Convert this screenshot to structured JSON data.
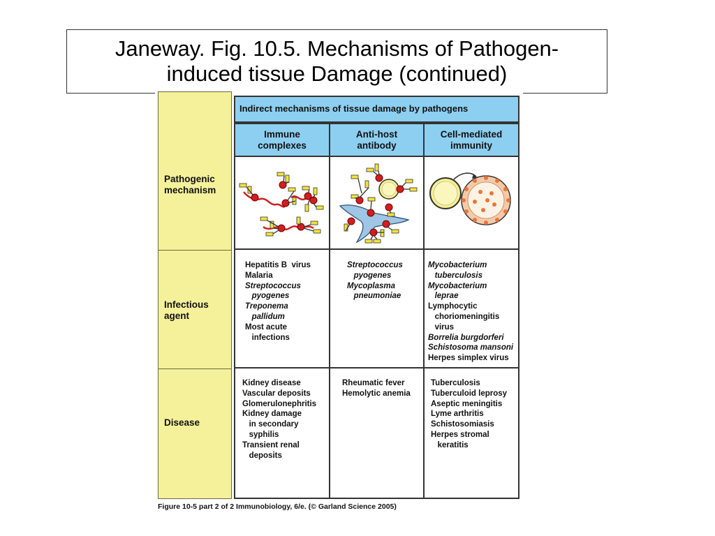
{
  "slide": {
    "title": "Janeway. Fig. 10.5. Mechanisms of Pathogen-induced tissue Damage (continued)"
  },
  "figure": {
    "banner": "Indirect mechanisms of tissue damage by pathogens",
    "columns": [
      "Immune complexes",
      "Anti-host antibody",
      "Cell-mediated immunity"
    ],
    "row_labels": [
      "Pathogenic mechanism",
      "Infectious agent",
      "Disease"
    ],
    "infectious_agent": {
      "immune_complexes": [
        {
          "text": "Hepatitis B  virus",
          "italic": false
        },
        {
          "text": "Malaria",
          "italic": false
        },
        {
          "text": "Streptococcus",
          "italic": true
        },
        {
          "text": "   pyogenes",
          "italic": true
        },
        {
          "text": "Treponema",
          "italic": true
        },
        {
          "text": "   pallidum",
          "italic": true
        },
        {
          "text": "Most acute",
          "italic": false
        },
        {
          "text": "   infections",
          "italic": false
        }
      ],
      "anti_host_antibody": [
        {
          "text": "Streptococcus",
          "italic": true
        },
        {
          "text": "   pyogenes",
          "italic": true
        },
        {
          "text": "Mycoplasma",
          "italic": true
        },
        {
          "text": "   pneumoniae",
          "italic": true
        }
      ],
      "cell_mediated_immunity": [
        {
          "text": "Mycobacterium",
          "italic": true
        },
        {
          "text": "   tuberculosis",
          "italic": true
        },
        {
          "text": "Mycobacterium",
          "italic": true
        },
        {
          "text": "   leprae",
          "italic": true
        },
        {
          "text": "Lymphocytic",
          "italic": false
        },
        {
          "text": "   choriomeningitis",
          "italic": false
        },
        {
          "text": "   virus",
          "italic": false
        },
        {
          "text": "Borrelia burgdorferi",
          "italic": true
        },
        {
          "text": "Schistosoma mansoni",
          "italic": true
        },
        {
          "text": "Herpes simplex virus",
          "italic": false
        }
      ]
    },
    "disease": {
      "immune_complexes": [
        "Kidney disease",
        "Vascular deposits",
        "Glomerulonephritis",
        "Kidney damage",
        "   in secondary",
        "   syphilis",
        "Transient renal",
        "   deposits"
      ],
      "anti_host_antibody": [
        "Rheumatic fever",
        "Hemolytic anemia"
      ],
      "cell_mediated_immunity": [
        "Tuberculosis",
        "Tuberculoid leprosy",
        "Aseptic meningitis",
        "Lyme arthritis",
        "Schistosomiasis",
        "Herpes stromal",
        "   keratitis"
      ]
    },
    "caption": "Figure 10-5 part 2 of 2  Immunobiology, 6/e. (© Garland Science 2005)",
    "colors": {
      "yellow_column": "#f4f19a",
      "blue_header": "#8dcff0",
      "antigen_red": "#d11f1f",
      "antibody_yellow": "#f2e33a",
      "cell_yellow": "#f6f08a",
      "target_cell_orange": "#f0a070",
      "fibroblast_blue": "#9fc6e6"
    },
    "icons": [
      "immune-complex-illustration",
      "anti-host-antibody-illustration",
      "cell-mediated-illustration"
    ]
  }
}
